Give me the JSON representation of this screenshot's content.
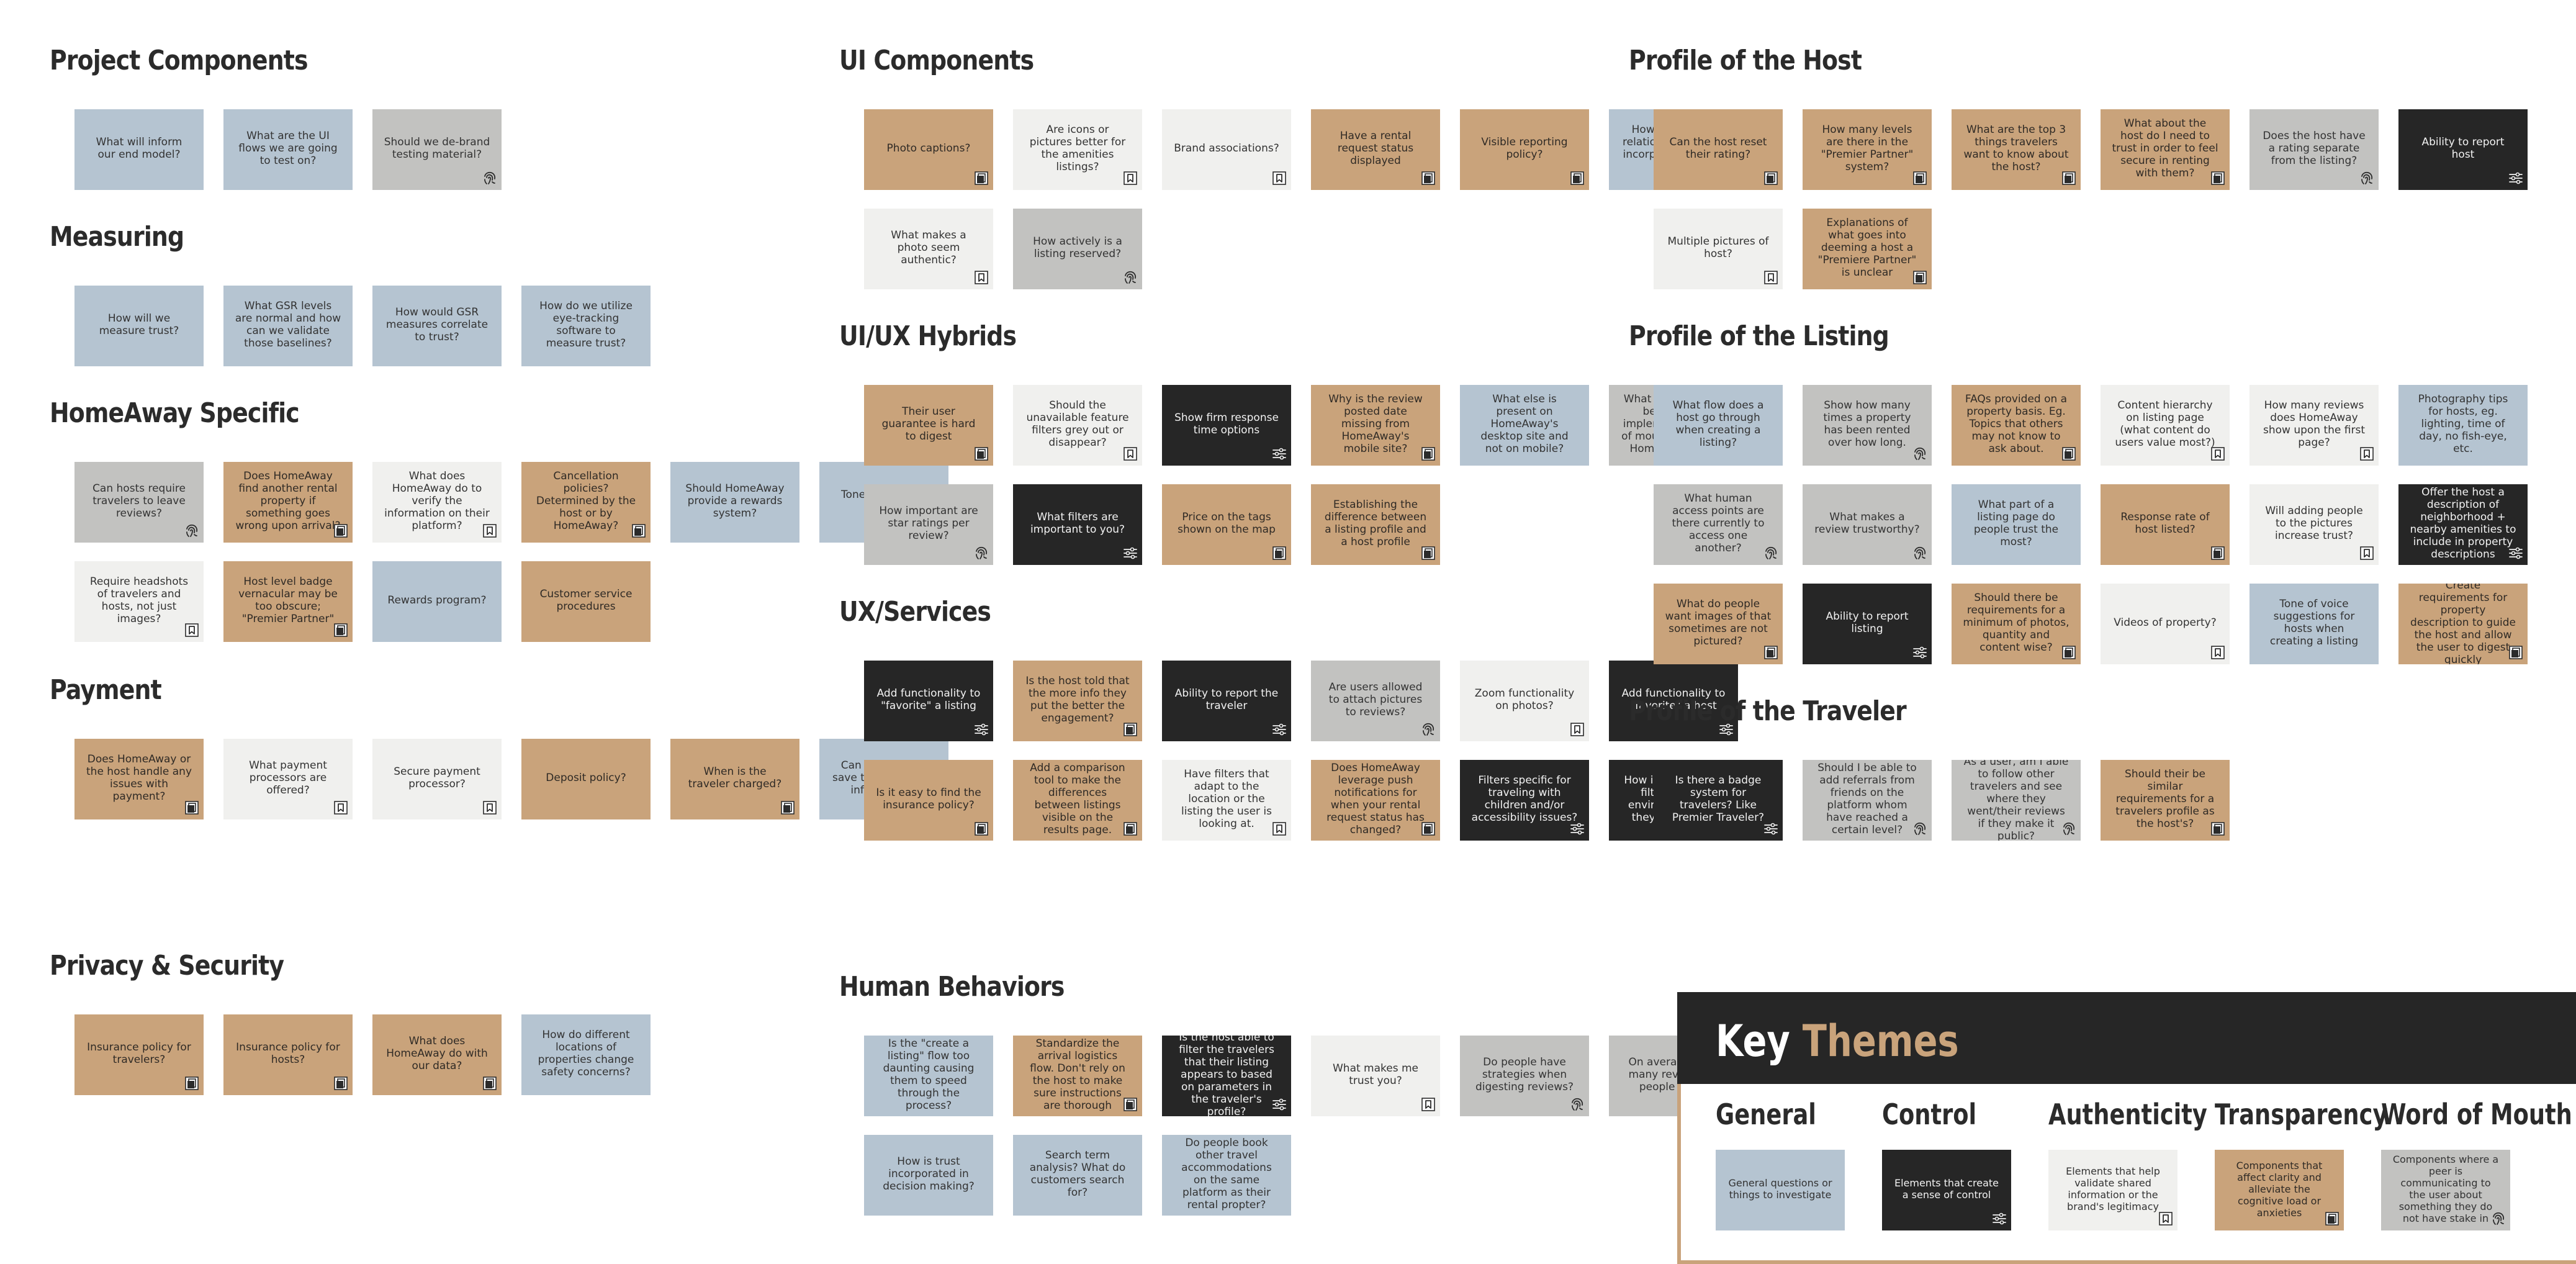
{
  "sections": [
    {
      "title": "Project Components",
      "notes": [
        {
          "text": "What will inform our end model?",
          "color": "blue",
          "icon": ""
        },
        {
          "text": "What are the UI flows we are going to test on?",
          "color": "blue",
          "icon": ""
        },
        {
          "text": "Should we de-brand testing material?",
          "color": "gray",
          "icon": "fingerprint"
        }
      ]
    },
    {
      "title": "Measuring",
      "notes": [
        {
          "text": "How will we measure trust?",
          "color": "blue",
          "icon": ""
        },
        {
          "text": "What GSR levels are normal and how can we validate those baselines?",
          "color": "blue",
          "icon": ""
        },
        {
          "text": "How would GSR measures correlate to trust?",
          "color": "blue",
          "icon": ""
        },
        {
          "text": "How do we utilize eye-tracking software to measure trust?",
          "color": "blue",
          "icon": ""
        }
      ]
    },
    {
      "title": "HomeAway Specific",
      "notes": [
        {
          "text": "Can hosts require travelers to leave reviews?",
          "color": "gray",
          "icon": "fingerprint"
        },
        {
          "text": "Does HomeAway find another rental property if something goes wrong upon arrival?",
          "color": "tan",
          "icon": "transparency"
        },
        {
          "text": "What does HomeAway do to verify the information on their platform?",
          "color": "light",
          "icon": "bookmark"
        },
        {
          "text": "Cancellation policies? Determined by the host or by HomeAway?",
          "color": "tan",
          "icon": "transparency"
        },
        {
          "text": "Should HomeAway provide a rewards system?",
          "color": "blue",
          "icon": ""
        },
        {
          "text": "Tone of voice on site",
          "color": "blue",
          "icon": ""
        },
        {
          "text": "Require headshots of travelers and hosts, not just images?",
          "color": "light",
          "icon": "bookmark"
        },
        {
          "text": "Host level badge vernacular may be too obscure; \"Premier Partner\"",
          "color": "tan",
          "icon": "transparency"
        },
        {
          "text": "Rewards program?",
          "color": "blue",
          "icon": ""
        },
        {
          "text": "Customer service procedures",
          "color": "tan",
          "icon": ""
        }
      ]
    },
    {
      "title": "Payment",
      "notes": [
        {
          "text": "Does HomeAway or the host handle any issues with payment?",
          "color": "tan",
          "icon": "transparency"
        },
        {
          "text": "What payment processors are offered?",
          "color": "light",
          "icon": "bookmark"
        },
        {
          "text": "Secure payment processor?",
          "color": "light",
          "icon": "bookmark"
        },
        {
          "text": "Deposit policy?",
          "color": "tan",
          "icon": ""
        },
        {
          "text": "When is the traveler charged?",
          "color": "tan",
          "icon": "transparency"
        },
        {
          "text": "Can the traveler save their payment information?",
          "color": "blue",
          "icon": ""
        }
      ]
    },
    {
      "title": "Privacy & Security",
      "notes": [
        {
          "text": "Insurance policy for travelers?",
          "color": "tan",
          "icon": "transparency"
        },
        {
          "text": "Insurance policy for hosts?",
          "color": "tan",
          "icon": "transparency"
        },
        {
          "text": "What does HomeAway do with our data?",
          "color": "tan",
          "icon": "transparency"
        },
        {
          "text": "How do different locations of properties change safety concerns?",
          "color": "blue",
          "icon": ""
        }
      ]
    },
    {
      "title": "UI Components",
      "notes": [
        {
          "text": "Photo captions?",
          "color": "tan",
          "icon": "transparency"
        },
        {
          "text": "Are icons or pictures better for the amenities listings?",
          "color": "light",
          "icon": "bookmark"
        },
        {
          "text": "Brand associations?",
          "color": "light",
          "icon": "bookmark"
        },
        {
          "text": "Have a rental request status displayed",
          "color": "tan",
          "icon": "transparency"
        },
        {
          "text": "Visible reporting policy?",
          "color": "tan",
          "icon": "transparency"
        },
        {
          "text": "How are human relationship factors incorporated in the UI?",
          "color": "blue",
          "icon": ""
        },
        {
          "text": "What makes a photo seem authentic?",
          "color": "light",
          "icon": "bookmark"
        },
        {
          "text": "How actively is a listing reserved?",
          "color": "gray",
          "icon": "fingerprint"
        }
      ]
    },
    {
      "title": "UI/UX Hybrids",
      "notes": [
        {
          "text": "Their user guarantee is hard to digest",
          "color": "tan",
          "icon": "transparency"
        },
        {
          "text": "Should the unavailable feature filters grey out or disappear?",
          "color": "light",
          "icon": "bookmark"
        },
        {
          "text": "Show firm response time options",
          "color": "black",
          "icon": "sliders"
        },
        {
          "text": "Why is the review posted date missing from HomeAway's mobile site?",
          "color": "tan",
          "icon": "transparency"
        },
        {
          "text": "What else is present on HomeAway's desktop site and not on mobile?",
          "color": "blue",
          "icon": ""
        },
        {
          "text": "What would be the best way to implement a \"word of mouth\" aspect in HomeAway's UI?",
          "color": "gray",
          "icon": "fingerprint"
        },
        {
          "text": "How important are star ratings per review?",
          "color": "gray",
          "icon": "fingerprint"
        },
        {
          "text": "What filters are important to you?",
          "color": "black",
          "icon": "sliders"
        },
        {
          "text": "Price on the tags shown on the map",
          "color": "tan",
          "icon": "transparency"
        },
        {
          "text": "Establishing the difference between a listing profile and a host profile",
          "color": "tan",
          "icon": "transparency"
        }
      ]
    },
    {
      "title": "UX/Services",
      "notes": [
        {
          "text": "Add functionality to \"favorite\" a listing",
          "color": "black",
          "icon": "sliders"
        },
        {
          "text": "Is the host told that the more info they put the better the engagement?",
          "color": "tan",
          "icon": "transparency"
        },
        {
          "text": "Ability to report the traveler",
          "color": "black",
          "icon": "sliders"
        },
        {
          "text": "Are users allowed to attach pictures to reviews?",
          "color": "gray",
          "icon": "fingerprint"
        },
        {
          "text": "Zoom functionality on photos?",
          "color": "light",
          "icon": "bookmark"
        },
        {
          "text": "Add functionality to \"favorite\" a host",
          "color": "black",
          "icon": "sliders"
        },
        {
          "text": "Is it easy to find the insurance policy?",
          "color": "tan",
          "icon": "transparency"
        },
        {
          "text": "Add a comparison tool to make the differences between listings visible on the results page.",
          "color": "tan",
          "icon": "transparency"
        },
        {
          "text": "Have filters that adapt to the location or the listing the user is looking at.",
          "color": "light",
          "icon": "bookmark"
        },
        {
          "text": "Does HomeAway leverage push notifications for when your rental request status has changed?",
          "color": "tan",
          "icon": "transparency"
        },
        {
          "text": "Filters specific for traveling with children and/or accessibility issues?",
          "color": "black",
          "icon": "sliders"
        },
        {
          "text": "How important are filters in this environment? Do they help trust?",
          "color": "black",
          "icon": "sliders"
        }
      ]
    },
    {
      "title": "Human Behaviors",
      "notes": [
        {
          "text": "Is the \"create a listing\" flow too daunting causing them to speed through the process?",
          "color": "blue",
          "icon": ""
        },
        {
          "text": "Standardize the arrival logistics flow. Don't rely on the host to make sure instructions are thorough",
          "color": "tan",
          "icon": "transparency"
        },
        {
          "text": "Is the host able to filter the travelers that their listing appears to based on parameters in the traveler's profile?",
          "color": "black",
          "icon": "sliders"
        },
        {
          "text": "What makes me trust you?",
          "color": "light",
          "icon": "bookmark"
        },
        {
          "text": "Do people have strategies when digesting reviews?",
          "color": "gray",
          "icon": "fingerprint"
        },
        {
          "text": "On average, how many reviews do people read?",
          "color": "gray",
          "icon": "fingerprint"
        },
        {
          "text": "How is trust incorporated in decision making?",
          "color": "blue",
          "icon": ""
        },
        {
          "text": "Search term analysis? What do customers search for?",
          "color": "blue",
          "icon": ""
        },
        {
          "text": "Do people book other travel accommodations on the same platform as their rental propter?",
          "color": "blue",
          "icon": ""
        }
      ]
    },
    {
      "title": "Profile of the Host",
      "notes": [
        {
          "text": "Can the host reset their rating?",
          "color": "tan",
          "icon": "transparency"
        },
        {
          "text": "How many levels are there in the \"Premier Partner\" system?",
          "color": "tan",
          "icon": "transparency"
        },
        {
          "text": "What are the top 3 things travelers want to know about the host?",
          "color": "tan",
          "icon": "transparency"
        },
        {
          "text": "What about the host do I need to trust in order to feel secure in renting with them?",
          "color": "tan",
          "icon": "transparency"
        },
        {
          "text": "Does the host have a rating separate from the listing?",
          "color": "gray",
          "icon": "fingerprint"
        },
        {
          "text": "Ability to report host",
          "color": "black",
          "icon": "sliders"
        },
        {
          "text": "Multiple pictures of host?",
          "color": "light",
          "icon": "bookmark"
        },
        {
          "text": "Explanations of what goes into deeming a host a \"Premiere Partner\" is unclear",
          "color": "tan",
          "icon": "transparency"
        }
      ]
    },
    {
      "title": "Profile of the Listing",
      "notes": [
        {
          "text": "What flow does a host go through when creating a listing?",
          "color": "blue",
          "icon": ""
        },
        {
          "text": "Show how many times a property has been rented over how long.",
          "color": "gray",
          "icon": "fingerprint"
        },
        {
          "text": "FAQs provided on a property basis. Eg. Topics that others may not know to ask about.",
          "color": "tan",
          "icon": "transparency"
        },
        {
          "text": "Content hierarchy on listing page (what content do users value most?)",
          "color": "light",
          "icon": "bookmark"
        },
        {
          "text": "How many reviews does HomeAway show upon the first page?",
          "color": "light",
          "icon": "bookmark"
        },
        {
          "text": "Photography tips for hosts, eg. lighting, time of day, no fish-eye, etc.",
          "color": "blue",
          "icon": ""
        },
        {
          "text": "What human access points are there currently to access one another?",
          "color": "gray",
          "icon": "fingerprint"
        },
        {
          "text": "What makes a review trustworthy?",
          "color": "gray",
          "icon": "fingerprint"
        },
        {
          "text": "What part of a listing page do people trust the most?",
          "color": "blue",
          "icon": ""
        },
        {
          "text": "Response rate of host listed?",
          "color": "tan",
          "icon": "transparency"
        },
        {
          "text": "Will adding people to the pictures increase trust?",
          "color": "light",
          "icon": "bookmark"
        },
        {
          "text": "Offer the host a description of neighborhood + nearby amenities to include in property descriptions",
          "color": "black",
          "icon": "sliders"
        },
        {
          "text": "What do people want images of that sometimes are not pictured?",
          "color": "tan",
          "icon": "transparency"
        },
        {
          "text": "Ability to report listing",
          "color": "black",
          "icon": "sliders"
        },
        {
          "text": "Should there be requirements for a minimum of photos, quantity and content wise?",
          "color": "tan",
          "icon": "transparency"
        },
        {
          "text": "Videos of property?",
          "color": "light",
          "icon": "bookmark"
        },
        {
          "text": "Tone of voice suggestions for hosts when creating a listing",
          "color": "blue",
          "icon": ""
        },
        {
          "text": "Create requirements for property description to guide the host and allow the user to digest quickly",
          "color": "tan",
          "icon": "transparency"
        }
      ]
    },
    {
      "title": "Profile of the Traveler",
      "notes": [
        {
          "text": "Is there a badge system for travelers? Like Premier Traveler?",
          "color": "black",
          "icon": "sliders"
        },
        {
          "text": "Should I be able to add referrals from friends on the platform whom have reached a certain level?",
          "color": "gray",
          "icon": "fingerprint"
        },
        {
          "text": "As a user, am I able to follow other travelers and see where they went/their reviews if they make it public?",
          "color": "gray",
          "icon": "fingerprint"
        },
        {
          "text": "Should their be similar requirements for a travelers profile as the host's?",
          "color": "tan",
          "icon": "transparency"
        }
      ]
    }
  ],
  "key": {
    "title_main": "Key",
    "title_accent": "Themes",
    "themes": [
      {
        "title": "General",
        "text": "General questions or things to investigate",
        "color": "blue",
        "icon": ""
      },
      {
        "title": "Control",
        "text": "Elements that create a sense of control",
        "color": "black",
        "icon": "sliders"
      },
      {
        "title": "Authenticity",
        "text": "Elements that help validate shared information or the brand's legitimacy",
        "color": "light",
        "icon": "bookmark"
      },
      {
        "title": "Transparency",
        "text": "Components that affect clarity and alleviate the cognitive load or anxieties",
        "color": "tan",
        "icon": "transparency"
      },
      {
        "title": "Word of Mouth",
        "text": "Components where a peer is communicating to the user about something they do not have stake in",
        "color": "gray",
        "icon": "fingerprint"
      }
    ]
  },
  "colors": {
    "blue": "#b5c4d1",
    "tan": "#c9a37b",
    "light": "#f0f0ee",
    "gray": "#c2c2c0",
    "black": "#262626"
  }
}
